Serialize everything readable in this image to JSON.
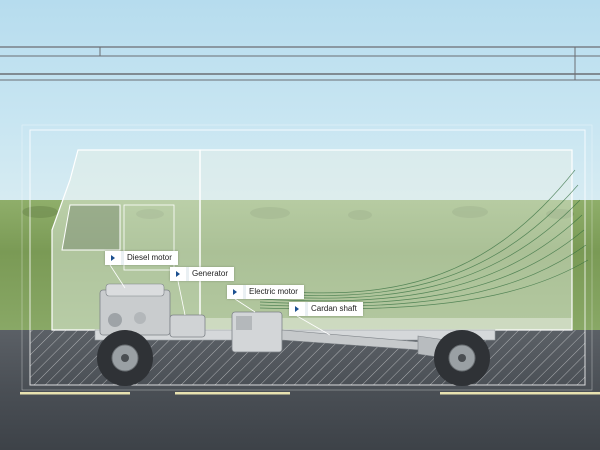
{
  "diagram": {
    "labels": [
      {
        "id": "diesel",
        "text": "Diesel motor"
      },
      {
        "id": "generator",
        "text": "Generator"
      },
      {
        "id": "electric",
        "text": "Electric motor"
      },
      {
        "id": "cardan",
        "text": "Cardan shaft"
      }
    ]
  },
  "colors": {
    "sky": "#c9e6f2",
    "field": "#7a9a55",
    "road": "#4a4f55",
    "truck_outline": "#ffffff",
    "chevron": "#1b4f8f",
    "catenary": "#6b6e73"
  },
  "icons": [
    "chevron-right-icon"
  ]
}
